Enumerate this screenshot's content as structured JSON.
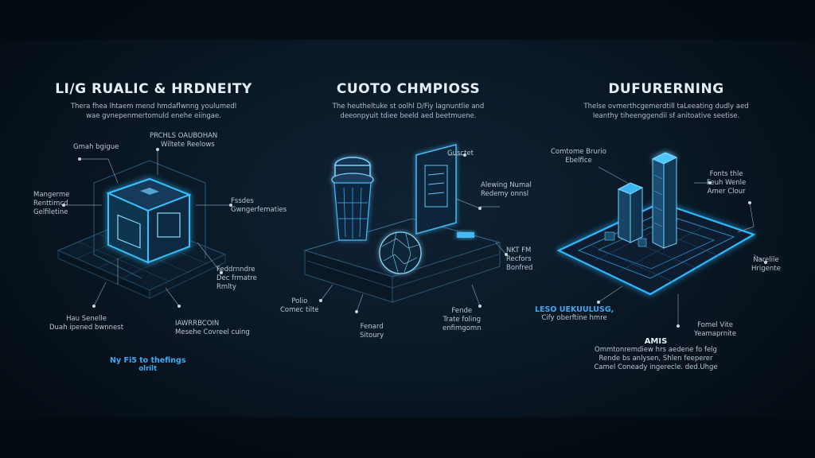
{
  "panels": [
    {
      "title": "LI/G RUALIC & HRDNEITY",
      "subtitle": [
        "Thera fhea lhtaem mend hmdaflwnng youlumedl",
        "wae gvnepenmertomuld enehe eiingae."
      ],
      "labels": {
        "top_right": [
          "PRCHLS OAUBOHAN",
          "Wiltete Reelows"
        ],
        "top_left": "Gmah bgigue",
        "left": [
          "Mangerme",
          "Renttimcd",
          "Gelfiletine"
        ],
        "right": [
          "Fssdes",
          "Gwngerfematies"
        ],
        "mid_right": [
          "Feddrnndre",
          "Dec frmatre",
          "Rmlty"
        ],
        "bottom_left": [
          "Hau Senelle",
          "Duah ipened bwnnest"
        ],
        "bottom_right": [
          "IAWRRBCOIN",
          "Mesehe Covreel cuing"
        ],
        "highlight": [
          "Ny Fi5 to thefings",
          "olrilt"
        ]
      }
    },
    {
      "title": "CUOTO CHMPIOSS",
      "subtitle": [
        "The heutheltuke st oolhl D/Fiy lagnuntlie and",
        "deeonpyuit tdiee beeld aed beetmuene."
      ],
      "labels": {
        "top_right": "Gusctet",
        "right": [
          "Alewing Numal",
          "Redemy onnsl"
        ],
        "mid_right": [
          "NKT FM",
          "Recfors",
          "Bonfred"
        ],
        "bottom_left": [
          "Polio",
          "Comec tilte"
        ],
        "bottom_mid": [
          "Fenard",
          "Sitoury"
        ],
        "bottom_right": [
          "Fende",
          "Trate foling",
          "enfimgomn"
        ]
      }
    },
    {
      "title": "DUFURERNING",
      "subtitle": [
        "Thelse ovmerthcgemerdtill taLeeating dudly aed",
        "Ieanthy tiheenggendil sf anitoative seetise."
      ],
      "labels": {
        "top_left": [
          "Comtome Brurio",
          "Ebelfice"
        ],
        "right": [
          "Fonts thle",
          "Feuh Wenle",
          "Amer Clour"
        ],
        "far_right": [
          "Narelile",
          "Hrigente"
        ],
        "highlight": [
          "LESO UEKUULUSG,",
          "Cify oberftine hmre"
        ],
        "bottom_right": [
          "Fomel Vite",
          "Yeamaprnite"
        ],
        "bottom_title": "AMIS",
        "bottom_text": [
          "Ommtonremdiew hrs aedene fo felg",
          "Rende bs anlysen, Shlen feeperer",
          "Camel Coneady ingerecle. ded.Uhge"
        ]
      }
    }
  ],
  "colors": {
    "background": "#07111b",
    "accent": "#3fa9f5",
    "glow": "#27b6ff",
    "text": "#b9c7d4"
  }
}
